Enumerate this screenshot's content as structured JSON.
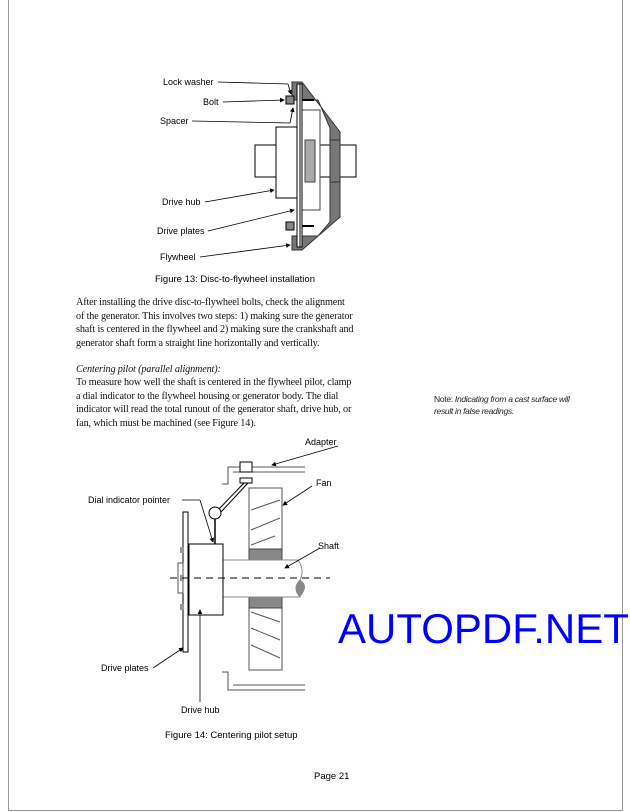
{
  "figure13": {
    "labels": {
      "lock_washer": "Lock washer",
      "bolt": "Bolt",
      "spacer": "Spacer",
      "drive_hub": "Drive hub",
      "drive_plates": "Drive plates",
      "flywheel": "Flywheel"
    },
    "caption": "Figure 13: Disc-to-flywheel installation"
  },
  "paragraph1": [
    "After installing the drive disc-to-flywheel bolts, check the alignment",
    "of the generator. This involves two steps: 1) making sure the generator",
    "shaft is centered in the flywheel and 2) making sure the crankshaft and",
    "generator shaft form a straight line horizontally and vertically."
  ],
  "section_heading": "Centering pilot (parallel alignment):",
  "paragraph2": [
    "To measure how well the shaft is centered in the flywheel pilot, clamp",
    "a dial indicator to the flywheel housing or generator body. The dial",
    "indicator will read the total runout of the generator shaft, drive hub, or",
    "fan, which must be machined (see Figure 14)."
  ],
  "note": {
    "label": "Note:",
    "line1": "Indicating from a cast surface will",
    "line2": "result in false readings."
  },
  "watermark": "AUTOPDF.NET",
  "figure14": {
    "labels": {
      "adapter": "Adapter",
      "fan": "Fan",
      "shaft": "Shaft",
      "dial_indicator_pointer": "Dial indicator pointer",
      "drive_plates": "Drive plates",
      "drive_hub": "Drive hub"
    },
    "caption": "Figure 14: Centering pilot setup"
  },
  "page_number": "Page 21"
}
